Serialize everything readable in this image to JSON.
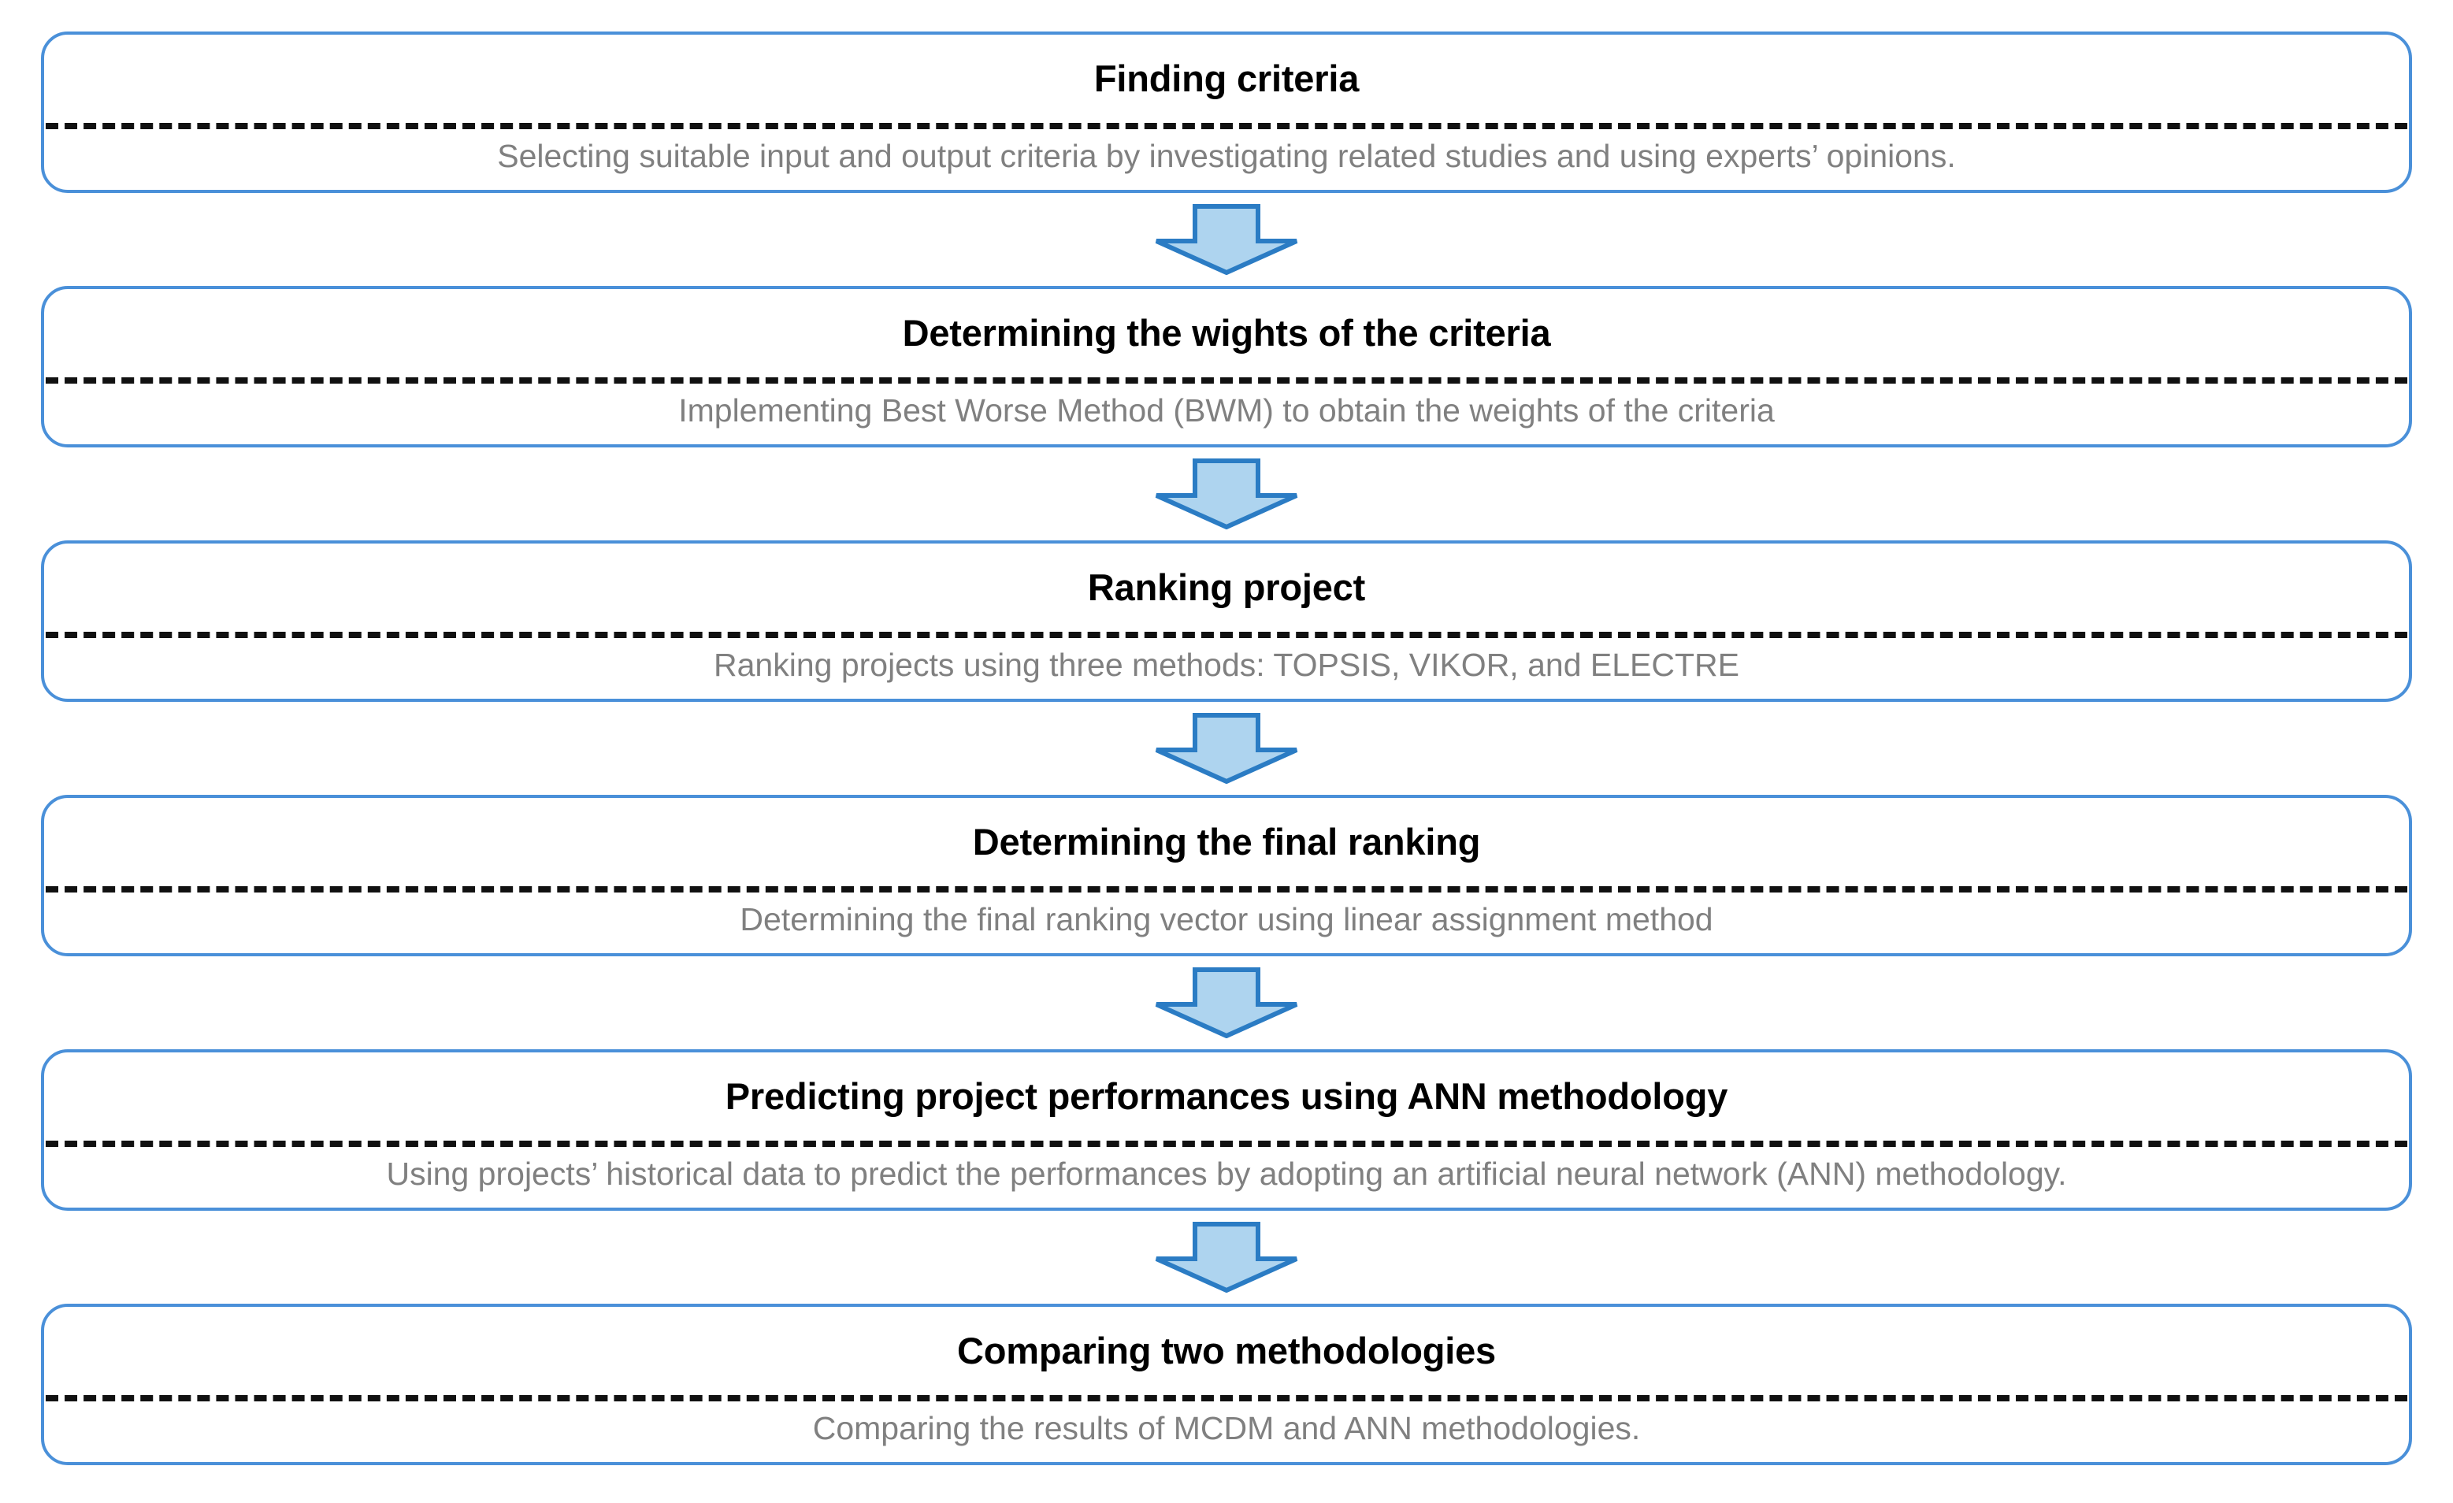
{
  "diagram": {
    "type": "vertical-flowchart",
    "orientation": "top-to-bottom",
    "step_count": 6,
    "connector_icon": "down-arrow-icon",
    "colors": {
      "box_border": "#4a90d9",
      "box_fill": "#ffffff",
      "divider": "#111111",
      "title_text": "#000000",
      "description_text": "#808080",
      "arrow_fill": "#aed4ef",
      "arrow_border": "#2b7cc4",
      "page_background": "#ffffff"
    },
    "steps": [
      {
        "id": "finding-criteria",
        "title": "Finding criteria",
        "description": "Selecting suitable input and output criteria by investigating related studies and using experts’ opinions."
      },
      {
        "id": "determining-weights",
        "title": "Determining the wights of the criteria",
        "description": "Implementing Best Worse Method (BWM) to obtain the weights of the criteria"
      },
      {
        "id": "ranking-project",
        "title": "Ranking project",
        "description": "Ranking projects using three methods: TOPSIS, VIKOR, and ELECTRE"
      },
      {
        "id": "determining-final-ranking",
        "title": "Determining the final ranking",
        "description": "Determining the final ranking vector using linear assignment method"
      },
      {
        "id": "predicting-performances-ann",
        "title": "Predicting project performances using ANN methodology",
        "description": "Using projects’ historical data to predict the performances by adopting an artificial neural network (ANN) methodology."
      },
      {
        "id": "comparing-methodologies",
        "title": "Comparing two methodologies",
        "description": "Comparing the results of MCDM and ANN methodologies."
      }
    ]
  }
}
